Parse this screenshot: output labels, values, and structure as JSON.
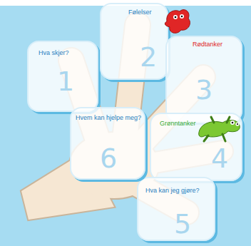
{
  "diagram": {
    "nodes": [
      {
        "text": [
          "Hva skjer?",
          "1"
        ]
      },
      {
        "text": [
          "Følelser",
          "2"
        ]
      },
      {
        "text": [
          "Rødtanker",
          "3"
        ]
      },
      {
        "text": [
          "Grønntanker",
          "4"
        ]
      },
      {
        "text": [
          "Hva kan jeg gjøre?",
          "5"
        ]
      },
      {
        "text": [
          "Hvem kan hjelpe meg?",
          "6"
        ]
      }
    ]
  }
}
